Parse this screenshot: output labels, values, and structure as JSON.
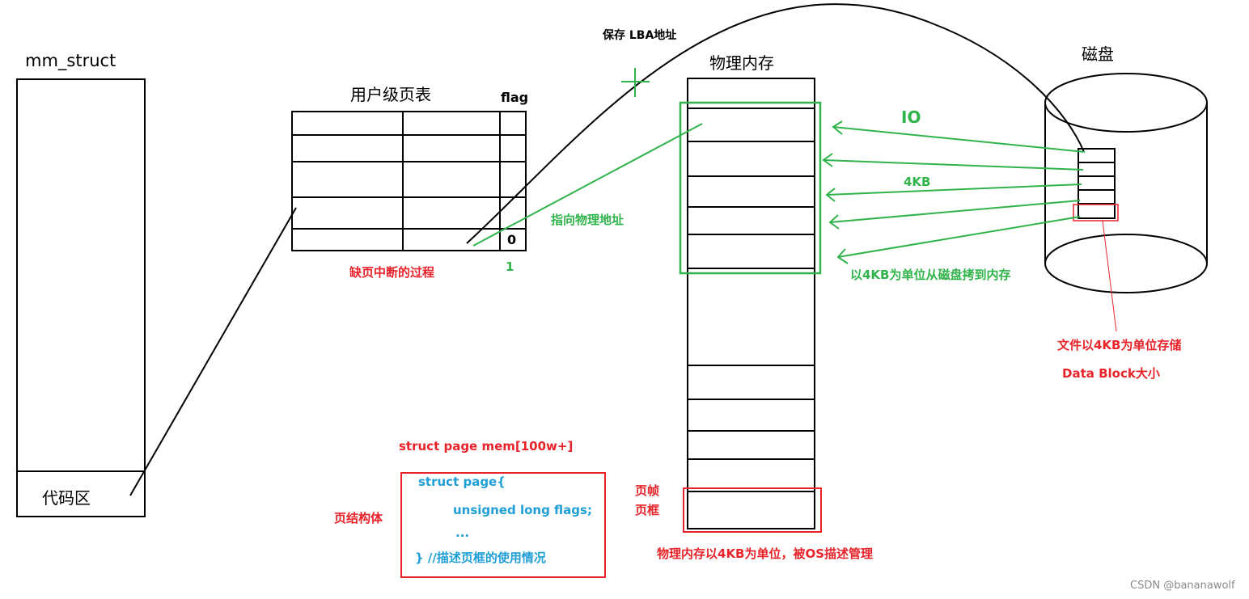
{
  "mm_struct": {
    "title": "mm_struct",
    "code_area": "代码区"
  },
  "page_table": {
    "title": "用户级页表",
    "flag_header": "flag",
    "flag_value_0": "0",
    "flag_value_1": "1"
  },
  "memory": {
    "title": "物理内存"
  },
  "disk": {
    "title": "磁盘"
  },
  "notes": {
    "save_lba": "保存 LBA地址",
    "io": "IO",
    "four_kb": "4KB",
    "points_physical": "指向物理地址",
    "page_fault": "缺页中断的过程",
    "copy_from_disk": "以4KB为单位从磁盘拷到内存",
    "file_storage": "文件以4KB为单位存储",
    "data_block": "Data Block大小",
    "page_frame": "页帧",
    "page_box": "页框",
    "mem_managed": "物理内存以4KB为单位，被OS描述管理",
    "struct_array": "struct page mem[100w+]",
    "page_struct_label": "页结构体"
  },
  "code_box": {
    "line1": "struct page{",
    "line2": "unsigned long flags;",
    "line3": "...",
    "line4": "} //描述页框的使用情况"
  },
  "watermark": "CSDN @bananawolf",
  "colors": {
    "black": "#000000",
    "green": "#2fb34a",
    "red": "#e8232a",
    "blue": "#1f9fd6"
  }
}
